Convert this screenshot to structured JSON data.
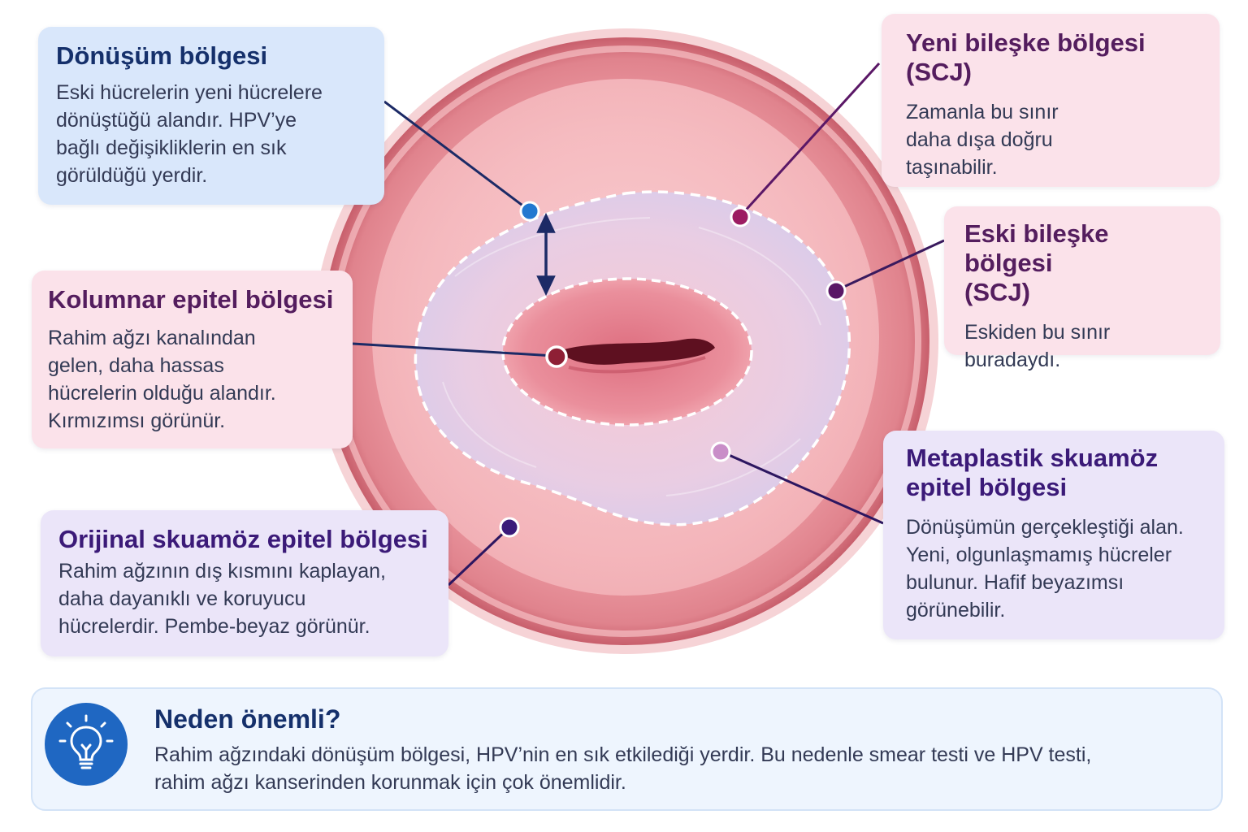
{
  "callouts": {
    "donusum": {
      "title": "Dönüşüm bölgesi",
      "lines": [
        "Eski hücrelerin yeni hücrelere",
        "dönüştüğü alandır. HPV’ye",
        "bağlı değişikliklerin en sık",
        "görüldüğü yerdir."
      ]
    },
    "yeni_scj": {
      "title_lines": [
        "Yeni bileşke bölgesi",
        "(SCJ)"
      ],
      "lines": [
        "Zamanla bu sınır",
        "daha dışa doğru",
        "taşınabilir."
      ]
    },
    "eski_scj": {
      "title_lines": [
        "Eski bileşke bölgesi",
        "(SCJ)"
      ],
      "lines": [
        "Eskiden bu sınır",
        "buradaydı."
      ]
    },
    "kolumnar": {
      "title": "Kolumnar epitel bölgesi",
      "lines": [
        "Rahim ağzı kanalından",
        "gelen, daha hassas",
        "hücrelerin olduğu alandır.",
        "Kırmızımsı görünür."
      ]
    },
    "metaplastik": {
      "title_lines": [
        "Metaplastik skuamöz",
        "epitel bölgesi"
      ],
      "lines": [
        "Dönüşümün gerçekleştiği alan.",
        "Yeni, olgunlaşmamış hücreler",
        "bulunur. Hafif beyazımsı",
        "görünebilir."
      ]
    },
    "orijinal": {
      "title": "Orijinal skuamöz epitel bölgesi",
      "lines": [
        "Rahim ağzının dış kısmını kaplayan,",
        "daha dayanıklı ve koruyucu",
        "hücrelerdir. Pembe-beyaz görünür."
      ]
    }
  },
  "note": {
    "icon": "lightbulb-icon",
    "title": "Neden önemli?",
    "lines": [
      "Rahim ağzındaki dönüşüm bölgesi, HPV’nin en sık etkilediği yerdir. Bu nedenle smear testi ve HPV testi,",
      "rahim ağzı kanserinden korunmak için çok önemlidir."
    ]
  },
  "colors": {
    "blue_card": "#d9e7fb",
    "pink_card": "#fbe2ea",
    "lavender_card": "#ebe5f9",
    "tissue": "#e98f97",
    "blue_marker": "#2378d0",
    "magenta_marker": "#9c1b62",
    "purple_marker": "#5a1766",
    "indigo_marker": "#3a1a7a"
  }
}
